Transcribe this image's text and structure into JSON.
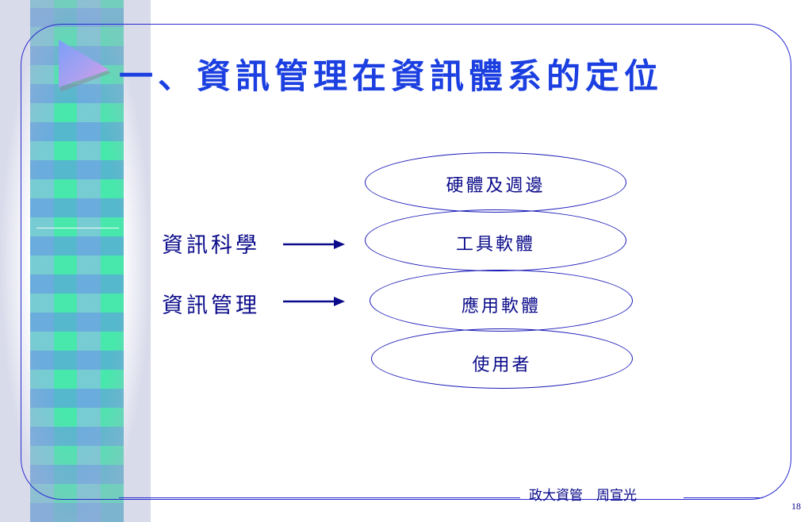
{
  "slide": {
    "title": "一、資訊管理在資訊體系的定位",
    "labels": [
      "資訊科學",
      "資訊管理"
    ],
    "layers": [
      "硬體及週邊",
      "工具軟體",
      "應用軟體",
      "使用者"
    ],
    "footer": "政大資管　周宣光",
    "page_number": "18"
  },
  "colors": {
    "title": "#1b3fe0",
    "text": "#0a0a8a",
    "outline": "#1a1ab8",
    "stripe": "#3fe6a8"
  },
  "icons": [
    "triangle-play-icon",
    "arrow-right-icon"
  ]
}
